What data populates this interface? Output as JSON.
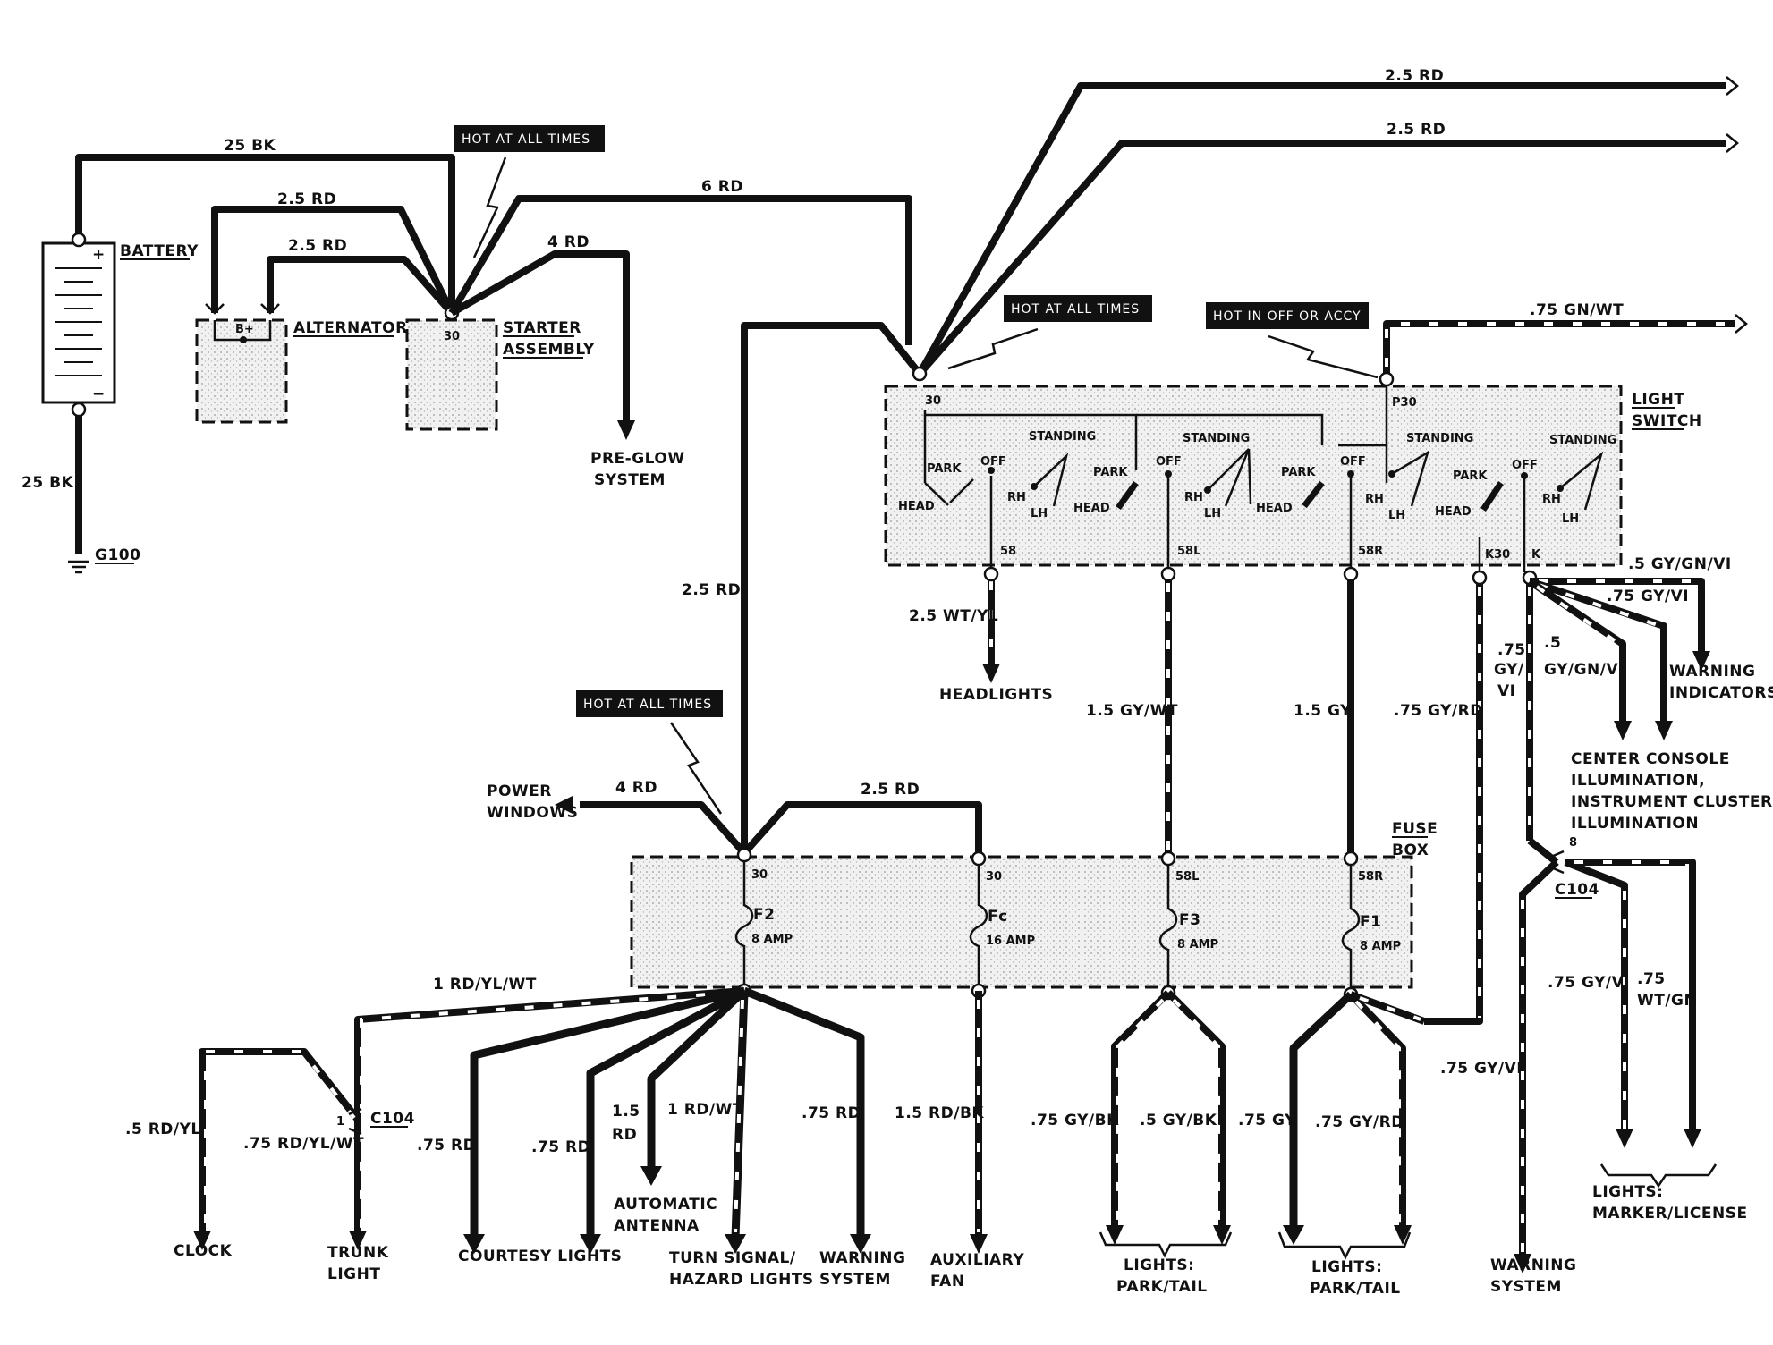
{
  "tags": {
    "hot_starter": "HOT AT ALL TIMES",
    "hot_switch": "HOT AT ALL TIMES",
    "hot_accy": "HOT IN OFF OR ACCY",
    "hot_fuse": "HOT AT ALL TIMES"
  },
  "components": {
    "battery": "BATTERY",
    "alternator": "ALTERNATOR",
    "alt_terminal": "B+",
    "starter_1": "STARTER",
    "starter_2": "ASSEMBLY",
    "starter_terminal": "30",
    "ground": "G100",
    "light_switch_1": "LIGHT",
    "light_switch_2": "SWITCH",
    "fuse_box_1": "FUSE",
    "fuse_box_2": "BOX",
    "connector_c104_a": "C104",
    "connector_c104_b": "C104",
    "connector_c104_a_pin": "1",
    "connector_c104_b_pin": "8"
  },
  "wires": {
    "bat_pos": "25 BK",
    "bat_neg": "25 BK",
    "alt_1": "2.5 RD",
    "alt_2": "2.5 RD",
    "preglow": "4 RD",
    "switch_feed": "6 RD",
    "top_1": "2.5 RD",
    "top_2": "2.5 RD",
    "accy": ".75 GN/WT",
    "fuse_feed": "2.5 RD",
    "power_windows": "4 RD",
    "fc_feed": "2.5 RD",
    "headlights": "2.5 WT/YL",
    "t58l": "1.5 GY/WT",
    "t58r": "1.5 GY",
    "k30": ".75 GY/RD",
    "k_1": ".75",
    "k_2": "GY/",
    "k_3": "VI",
    "k_out_1": ".5 GY/GN/VI",
    "k_out_2": ".75 GY/VI",
    "k_out_3a": ".5",
    "k_out_3b": "GY/GN/VI",
    "f2_out": "1 RD/YL/WT",
    "clock": ".5 RD/YL",
    "trunk": ".75 RD/YL/WT",
    "courtesy_1": ".75 RD",
    "courtesy_2": ".75 RD",
    "antenna_1": "1.5",
    "antenna_2": "RD",
    "turn": "1 RD/WT",
    "warning_sys": ".75 RD",
    "aux_fan": "1.5 RD/BK",
    "park1_a": ".75 GY/BK",
    "park1_b": ".5 GY/BK",
    "park2_a": ".75 GY",
    "park2_b": ".75 GY/RD",
    "warn2": ".75 GY/VI",
    "marker_a": ".75 GY/VI",
    "marker_b1": ".75",
    "marker_b2": "WT/GN"
  },
  "switch": {
    "t30": "30",
    "p30": "P30",
    "t58": "58",
    "t58l": "58L",
    "t58r": "58R",
    "k30": "K30",
    "k": "K",
    "park": "PARK",
    "off": "OFF",
    "head": "HEAD",
    "standing": "STANDING",
    "rh": "RH",
    "lh": "LH"
  },
  "fuses": {
    "t30": "30",
    "t30b": "30",
    "t58l": "58L",
    "t58r": "58R",
    "f2": "F2",
    "f2_amp": "8 AMP",
    "fc": "Fc",
    "fc_amp": "16 AMP",
    "f3": "F3",
    "f3_amp": "8 AMP",
    "f1": "F1",
    "f1_amp": "8 AMP"
  },
  "destinations": {
    "preglow_1": "PRE-GLOW",
    "preglow_2": "SYSTEM",
    "power_windows_1": "POWER",
    "power_windows_2": "WINDOWS",
    "headlights": "HEADLIGHTS",
    "warning_ind_1": "WARNING",
    "warning_ind_2": "INDICATORS",
    "console_1": "CENTER CONSOLE",
    "console_2": "ILLUMINATION,",
    "console_3": "INSTRUMENT CLUSTER",
    "console_4": "ILLUMINATION",
    "clock": "CLOCK",
    "trunk_1": "TRUNK",
    "trunk_2": "LIGHT",
    "courtesy": "COURTESY LIGHTS",
    "antenna_1": "AUTOMATIC",
    "antenna_2": "ANTENNA",
    "turn_1": "TURN SIGNAL/",
    "turn_2": "HAZARD LIGHTS",
    "warning_1": "WARNING",
    "warning_2": "SYSTEM",
    "aux_1": "AUXILIARY",
    "aux_2": "FAN",
    "park1_1": "LIGHTS:",
    "park1_2": "PARK/TAIL",
    "park2_1": "LIGHTS:",
    "park2_2": "PARK/TAIL",
    "warning_sys2_1": "WARNING",
    "warning_sys2_2": "SYSTEM",
    "marker_1": "LIGHTS:",
    "marker_2": "MARKER/LICENSE"
  }
}
